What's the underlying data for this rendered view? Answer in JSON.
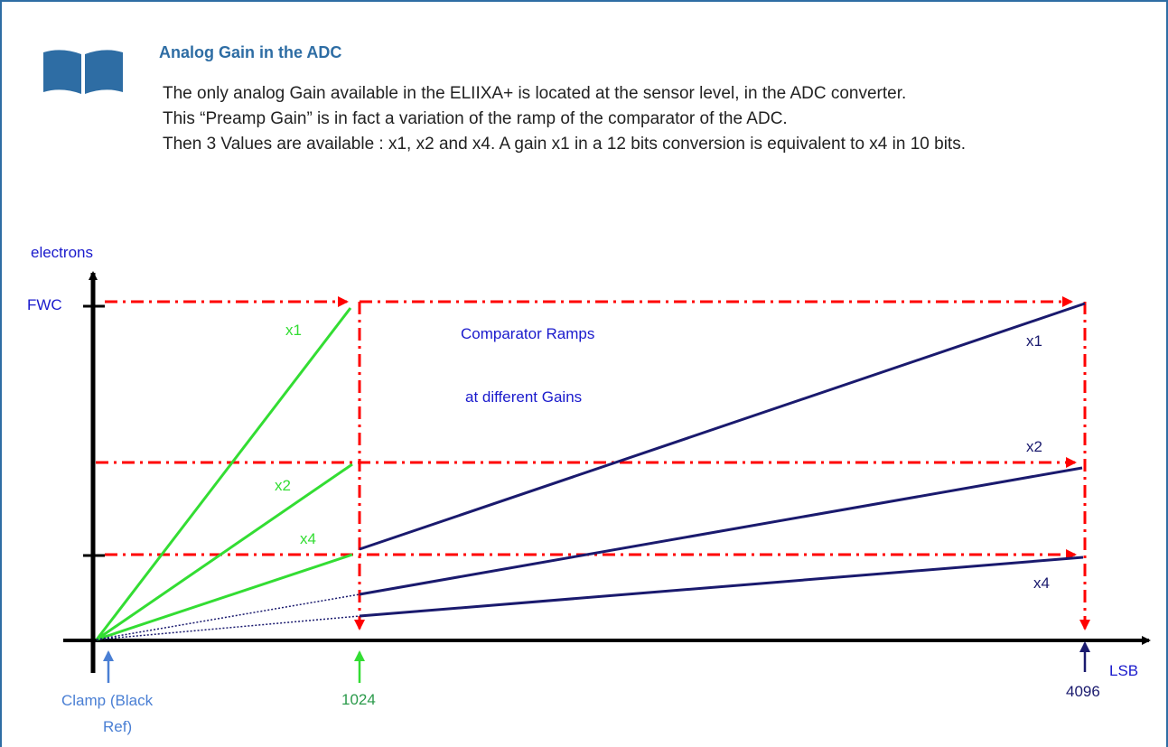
{
  "header": {
    "title": "Analog Gain in the ADC",
    "icon": "open-book-icon"
  },
  "body": {
    "paragraphs": [
      "The only analog Gain available in the ELIIXA+ is located at the sensor level, in the ADC converter.",
      "This “Preamp Gain” is in fact a variation of the ramp of the comparator of the ADC.",
      "Then 3 Values are available : x1, x2 and x4. A gain x1 in a 12 bits conversion is equivalent to x4 in 10 bits."
    ]
  },
  "diagram": {
    "y_axis_label": "electrons",
    "x_axis_label": "LSB",
    "fwc_label": "FWC",
    "caption_line1": "Comparator Ramps",
    "caption_line2": "at different Gains",
    "green_labels": {
      "x1": "x1",
      "x2": "x2",
      "x4": "x4"
    },
    "blue_labels": {
      "x1": "x1",
      "x2": "x2",
      "x4": "x4"
    },
    "tick_1024": "1024",
    "tick_4096": "4096",
    "clamp_label_line1": "Clamp (Black",
    "clamp_label_line2": "Ref)",
    "colors": {
      "green": "#33dd33",
      "navy": "#1a1a6e",
      "red": "#ff0000",
      "blue_text": "#1a1acc",
      "clamp_text": "#4a7fd4",
      "tick_green_text": "#2a9a4a",
      "title_blue": "#2e6da4"
    }
  }
}
